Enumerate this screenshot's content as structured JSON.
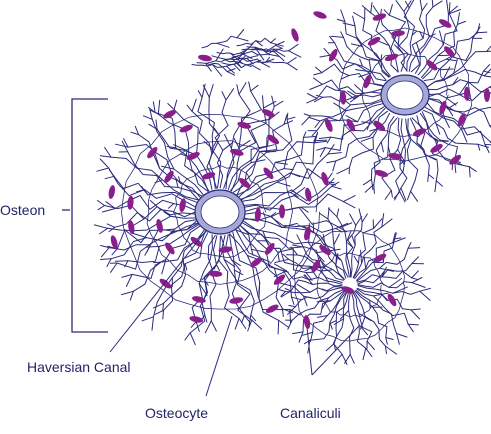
{
  "labels": {
    "osteon": "Osteon",
    "haversian_canal": "Haversian Canal",
    "osteocyte": "Osteocyte",
    "canaliculi": "Canaliculi"
  },
  "colors": {
    "canaliculi_line": "#2b2b7a",
    "canal_fill": "#a6a8d8",
    "canal_inner": "#ffffff",
    "osteocyte": "#8a1e8c",
    "label_text": "#23236b"
  }
}
